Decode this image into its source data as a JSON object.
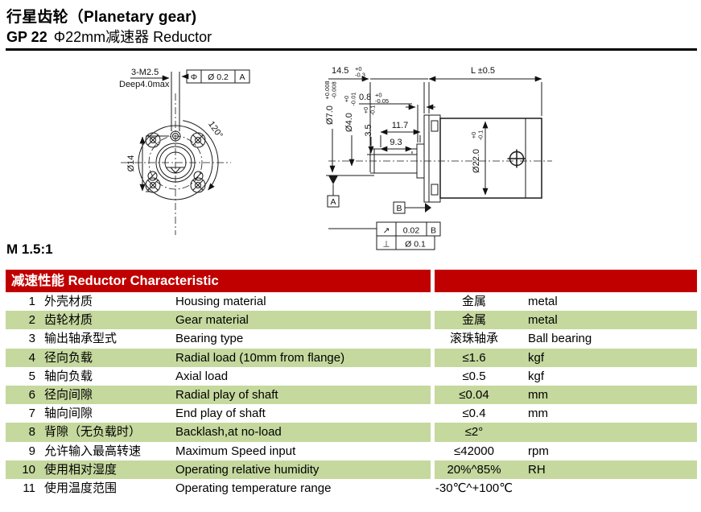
{
  "page": {
    "title": "行星齿轮（Planetary gear)",
    "subtitle_model": "GP 22",
    "subtitle_rest": "Φ22mm减速器 Reductor",
    "scale_label": "M 1.5:1"
  },
  "front_view": {
    "thread_label": "3-M2.5",
    "depth_label": "Deep4.0max",
    "gdt_position": {
      "symbol": "Φ",
      "tolerance": "Ø 0.2",
      "datum": "A"
    },
    "angle_label": "120°",
    "bolt_circle_dia": "Ø14"
  },
  "side_view": {
    "dim_front_length": {
      "value": "14.5",
      "tol_up": "+0",
      "tol_dn": "-0.3"
    },
    "dim_body_length": "L ±0.5",
    "dim_boss": {
      "value": "0.8",
      "tol_up": "+0",
      "tol_dn": "-0.05"
    },
    "dim_11_7": "11.7",
    "dim_9_3": "9.3",
    "dia_shaft": {
      "value": "Ø7.0",
      "tol_up": "+0.008",
      "tol_dn": "-0.008"
    },
    "dia_pinion": {
      "value": "Ø4.0",
      "tol_up": "+0",
      "tol_dn": "-0.01"
    },
    "dim_flat": {
      "value": "3.5",
      "tol_up": "+0",
      "tol_dn": "-0.1"
    },
    "dia_body": {
      "value": "Ø22.0",
      "tol_up": "+0",
      "tol_dn": "-0.1"
    },
    "datum_a": "A",
    "datum_b": "B",
    "gdt_runout": {
      "symbol": "↗",
      "tolerance": "0.02",
      "datum": "B"
    },
    "gdt_perp": {
      "symbol": "⊥",
      "tolerance": "Ø 0.1"
    }
  },
  "table": {
    "header": "减速性能 Reductor Characteristic",
    "rows": [
      {
        "no": "1",
        "zh": "外壳材质",
        "en": "Housing material",
        "value": "金属",
        "unit": "metal"
      },
      {
        "no": "2",
        "zh": "齿轮材质",
        "en": "Gear material",
        "value": "金属",
        "unit": "metal"
      },
      {
        "no": "3",
        "zh": "输出轴承型式",
        "en": "Bearing type",
        "value": "滚珠轴承",
        "unit": "Ball bearing"
      },
      {
        "no": "4",
        "zh": "径向负载",
        "en": "Radial load (10mm from flange)",
        "value": "≤1.6",
        "unit": "kgf"
      },
      {
        "no": "5",
        "zh": "轴向负载",
        "en": "Axial load",
        "value": "≤0.5",
        "unit": "kgf"
      },
      {
        "no": "6",
        "zh": "径向间隙",
        "en": "Radial play of shaft",
        "value": "≤0.04",
        "unit": "mm"
      },
      {
        "no": "7",
        "zh": "轴向间隙",
        "en": "End play of shaft",
        "value": "≤0.4",
        "unit": "mm"
      },
      {
        "no": "8",
        "zh": "背隙（无负载时）",
        "en": "Backlash,at no-load",
        "value": "≤2°",
        "unit": ""
      },
      {
        "no": "9",
        "zh": "允许输入最高转速",
        "en": "Maximum Speed input",
        "value": "≤42000",
        "unit": "rpm"
      },
      {
        "no": "10",
        "zh": "使用相对湿度",
        "en": "Operating relative humidity",
        "value": "20%^85%",
        "unit": "RH"
      },
      {
        "no": "11",
        "zh": "使用温度范围",
        "en": "Operating temperature range",
        "value": "-30℃^+100℃",
        "unit": ""
      }
    ]
  },
  "colors": {
    "header_red": "#c00000",
    "row_green": "#c5d89e"
  }
}
